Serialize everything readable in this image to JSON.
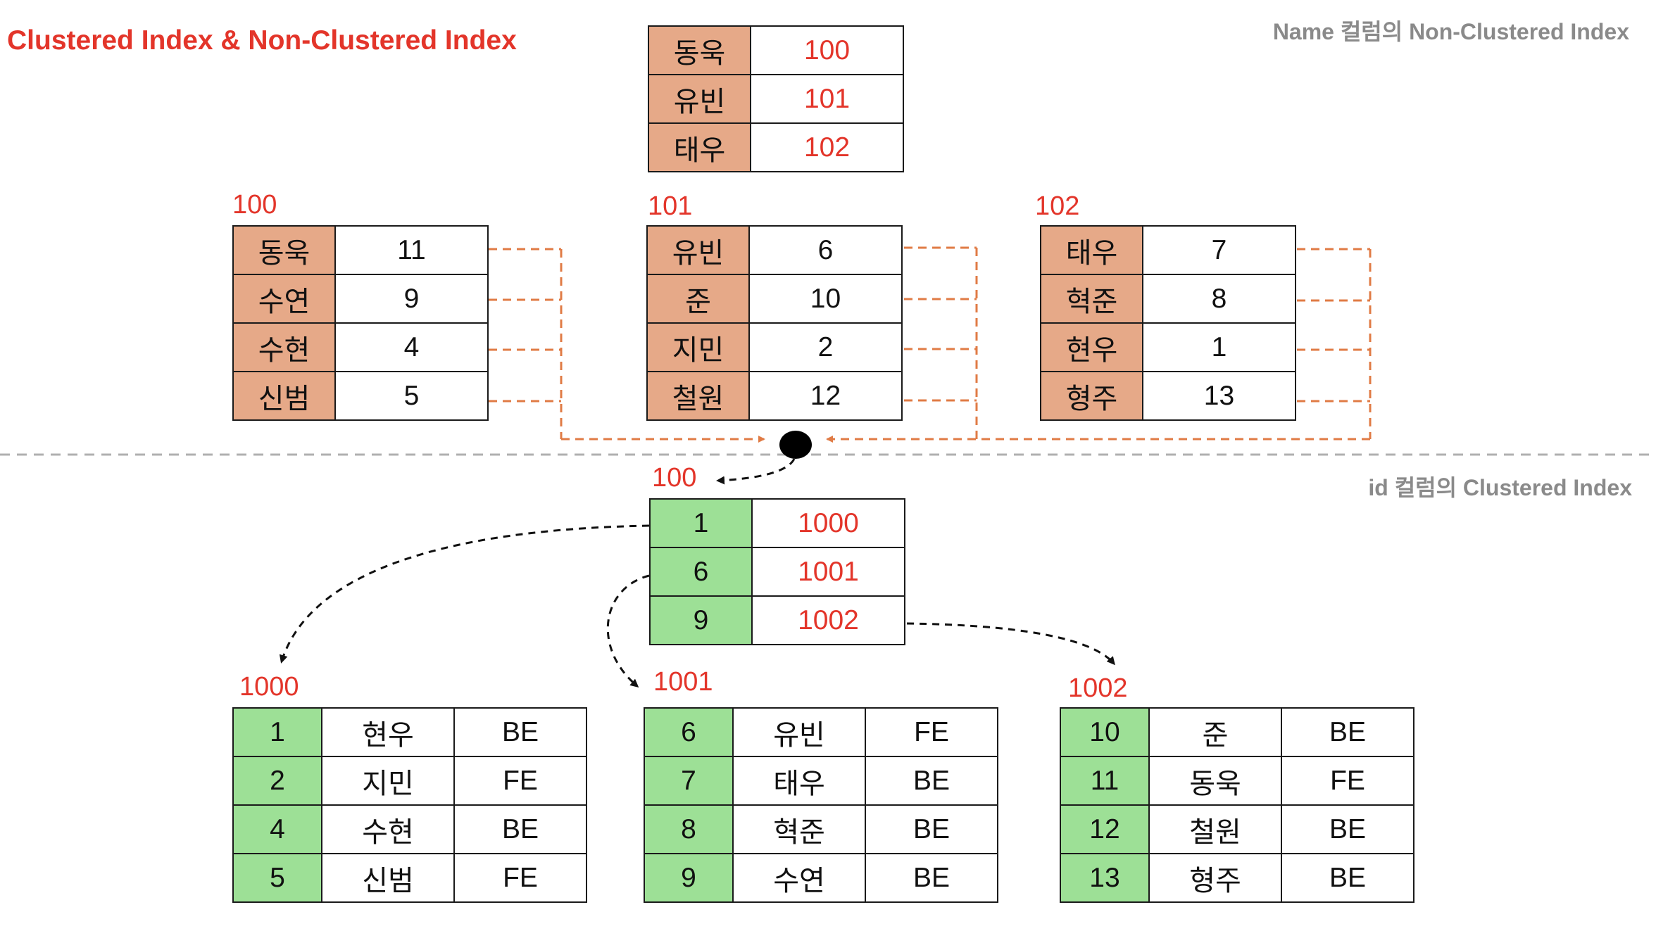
{
  "title": "Clustered Index & Non-Clustered Index",
  "labels": {
    "non_clustered": "Name 컬럼의 Non-Clustered Index",
    "clustered": "id 컬럼의 Clustered Index"
  },
  "non_clustered": {
    "root": {
      "rows": [
        {
          "key": "동욱",
          "ptr": "100"
        },
        {
          "key": "유빈",
          "ptr": "101"
        },
        {
          "key": "태우",
          "ptr": "102"
        }
      ]
    },
    "leaves": [
      {
        "page": "100",
        "rows": [
          {
            "key": "동욱",
            "id": "11"
          },
          {
            "key": "수연",
            "id": "9"
          },
          {
            "key": "수현",
            "id": "4"
          },
          {
            "key": "신범",
            "id": "5"
          }
        ]
      },
      {
        "page": "101",
        "rows": [
          {
            "key": "유빈",
            "id": "6"
          },
          {
            "key": "준",
            "id": "10"
          },
          {
            "key": "지민",
            "id": "2"
          },
          {
            "key": "철원",
            "id": "12"
          }
        ]
      },
      {
        "page": "102",
        "rows": [
          {
            "key": "태우",
            "id": "7"
          },
          {
            "key": "혁준",
            "id": "8"
          },
          {
            "key": "현우",
            "id": "1"
          },
          {
            "key": "형주",
            "id": "13"
          }
        ]
      }
    ]
  },
  "clustered": {
    "root": {
      "page": "100",
      "rows": [
        {
          "key": "1",
          "ptr": "1000"
        },
        {
          "key": "6",
          "ptr": "1001"
        },
        {
          "key": "9",
          "ptr": "1002"
        }
      ]
    },
    "leaves": [
      {
        "page": "1000",
        "rows": [
          {
            "id": "1",
            "name": "현우",
            "team": "BE"
          },
          {
            "id": "2",
            "name": "지민",
            "team": "FE"
          },
          {
            "id": "4",
            "name": "수현",
            "team": "BE"
          },
          {
            "id": "5",
            "name": "신범",
            "team": "FE"
          }
        ]
      },
      {
        "page": "1001",
        "rows": [
          {
            "id": "6",
            "name": "유빈",
            "team": "FE"
          },
          {
            "id": "7",
            "name": "태우",
            "team": "BE"
          },
          {
            "id": "8",
            "name": "혁준",
            "team": "BE"
          },
          {
            "id": "9",
            "name": "수연",
            "team": "BE"
          }
        ]
      },
      {
        "page": "1002",
        "rows": [
          {
            "id": "10",
            "name": "준",
            "team": "BE"
          },
          {
            "id": "11",
            "name": "동욱",
            "team": "FE"
          },
          {
            "id": "12",
            "name": "철원",
            "team": "BE"
          },
          {
            "id": "13",
            "name": "형주",
            "team": "BE"
          }
        ]
      }
    ]
  },
  "colors": {
    "accent_red": "#e3352a",
    "non_clustered_key_fill": "#e6a988",
    "clustered_key_fill": "#9de096",
    "pointer_line": "#e07b45",
    "separator": "#b0b0b0",
    "label_gray": "#8a8a8a"
  }
}
